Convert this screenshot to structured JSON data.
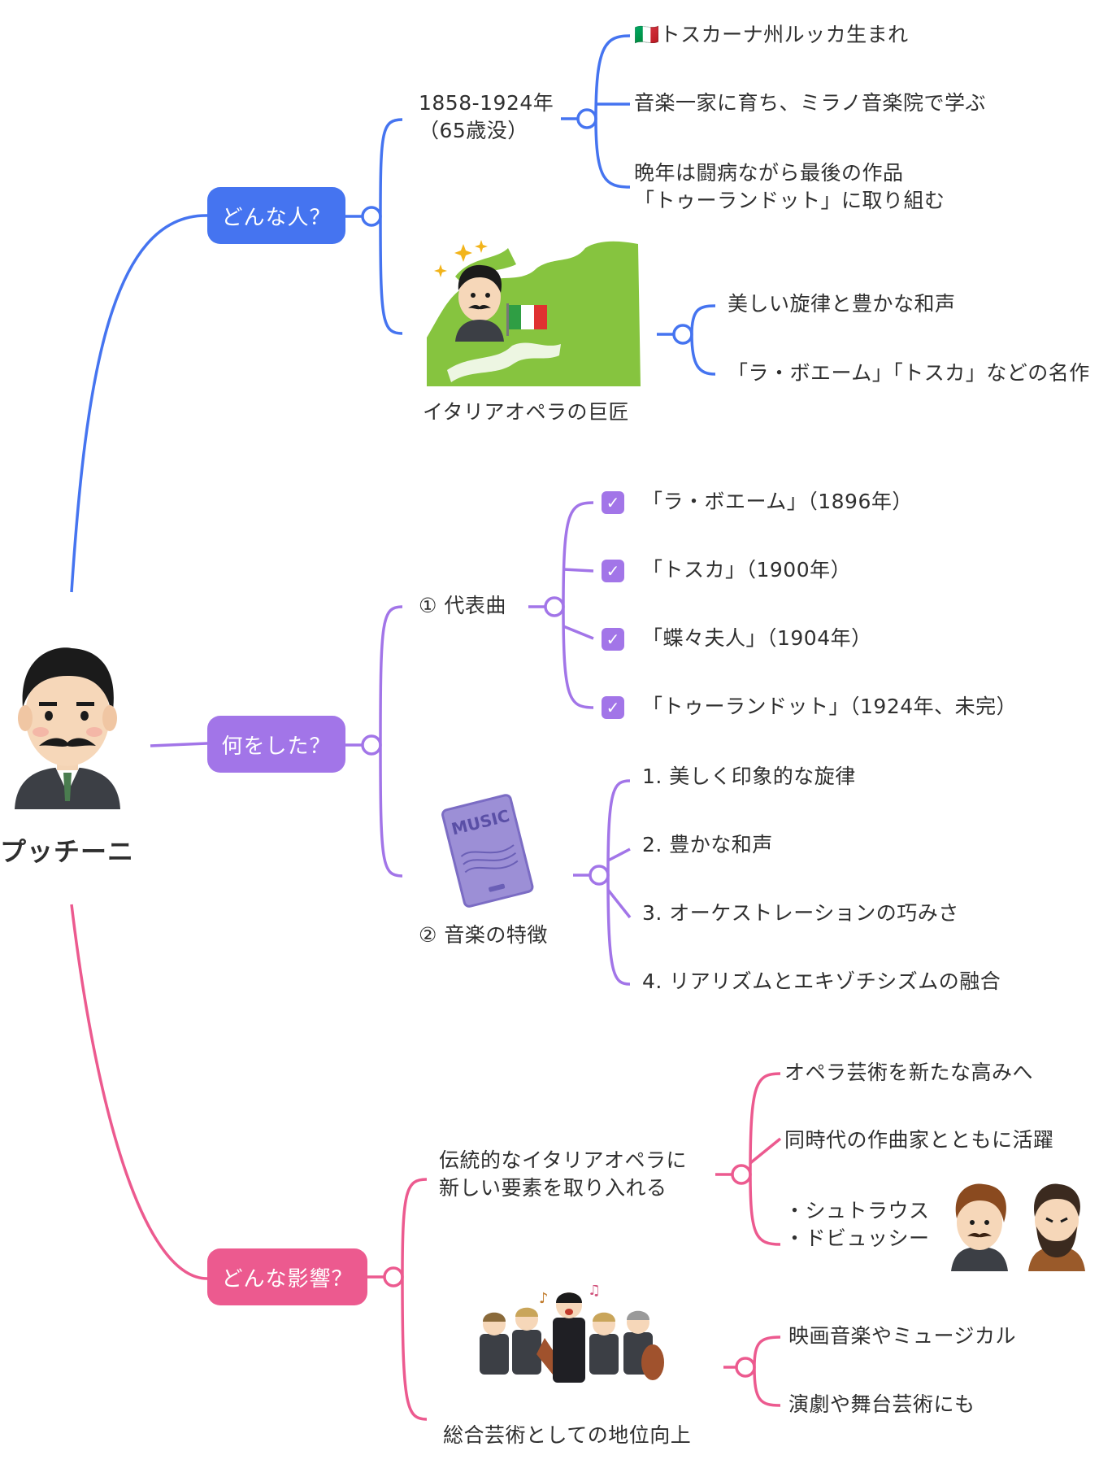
{
  "root": {
    "name": "プッチーニ"
  },
  "branches": [
    {
      "label": "どんな人？",
      "color": "#4574f0",
      "topics": [
        {
          "label": "1858-1924年\n（65歳没）",
          "children": [
            "🇮🇹トスカーナ州ルッカ生まれ",
            "音楽一家に育ち、ミラノ音楽院で学ぶ",
            "晩年は闘病ながら最後の作品\n「トゥーランドット」に取り組む"
          ]
        },
        {
          "label": "イタリアオペラの巨匠",
          "children": [
            "美しい旋律と豊かな和声",
            "「ラ・ボエーム」「トスカ」などの名作"
          ]
        }
      ]
    },
    {
      "label": "何をした？",
      "color": "#a275e8",
      "topics": [
        {
          "label": "① 代表曲",
          "children": [
            "「ラ・ボエーム」（1896年）",
            "「トスカ」（1900年）",
            "「蝶々夫人」（1904年）",
            "「トゥーランドット」（1924年、未完）"
          ]
        },
        {
          "label": "② 音楽の特徴",
          "book_text": "MUSIC",
          "children": [
            "1. 美しく印象的な旋律",
            "2. 豊かな和声",
            "3. オーケストレーションの巧みさ",
            "4. リアリズムとエキゾチシズムの融合"
          ]
        }
      ]
    },
    {
      "label": "どんな影響？",
      "color": "#ec5a8f",
      "topics": [
        {
          "label": "伝統的なイタリアオペラに\n新しい要素を取り入れる",
          "children": [
            "オペラ芸術を新たな高みへ",
            "同時代の作曲家とともに活躍",
            "・シュトラウス\n・ドビュッシー"
          ]
        },
        {
          "label": "総合芸術としての地位向上",
          "children": [
            "映画音楽やミュージカル",
            "演劇や舞台芸術にも"
          ]
        }
      ]
    }
  ]
}
